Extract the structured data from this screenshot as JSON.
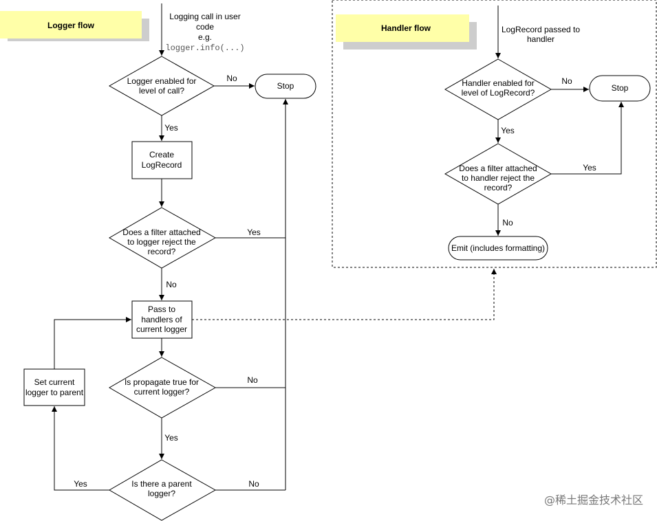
{
  "logger_flow": {
    "title": "Logger flow",
    "entry": [
      "Logging call in user",
      "code",
      "e.g."
    ],
    "entry_code": "logger.info(...)",
    "enabled_decision": [
      "Logger enabled for",
      "level of call?"
    ],
    "stop": "Stop",
    "create_record": [
      "Create",
      "LogRecord"
    ],
    "filter_decision": [
      "Does a filter attached",
      "to logger reject the",
      "record?"
    ],
    "pass_to_handlers": [
      "Pass to",
      "handlers of",
      "current logger"
    ],
    "propagate_decision": [
      "Is propagate true for",
      "current logger?"
    ],
    "parent_decision": [
      "Is there a parent",
      "logger?"
    ],
    "set_parent": [
      "Set current",
      "logger to parent"
    ],
    "labels": {
      "enabled_no": "No",
      "enabled_yes": "Yes",
      "filter_yes": "Yes",
      "filter_no": "No",
      "propagate_no": "No",
      "propagate_yes": "Yes",
      "parent_yes": "Yes",
      "parent_no": "No"
    }
  },
  "handler_flow": {
    "title": "Handler flow",
    "entry": [
      "LogRecord passed to",
      "handler"
    ],
    "enabled_decision": [
      "Handler enabled for",
      "level of LogRecord?"
    ],
    "stop": "Stop",
    "filter_decision": [
      "Does a filter attached",
      "to handler reject the",
      "record?"
    ],
    "emit": "Emit (includes formatting)",
    "labels": {
      "enabled_no": "No",
      "enabled_yes": "Yes",
      "filter_yes": "Yes",
      "filter_no": "No"
    }
  },
  "watermark": "@稀土掘金技术社区",
  "colors": {
    "title_fill": "#FFFFA8",
    "title_shadow": "#CDCDCD",
    "line": "#000000"
  }
}
